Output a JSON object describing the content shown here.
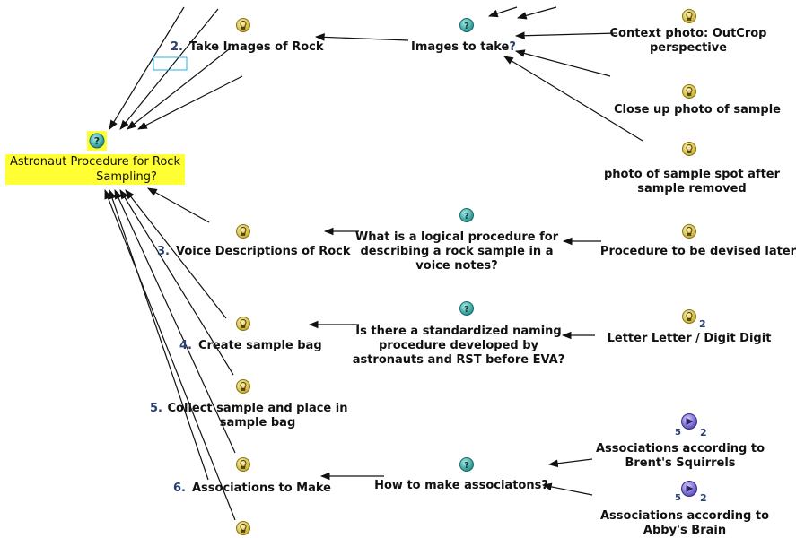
{
  "root": {
    "line1": "Astronaut Procedure for Rock",
    "line2": "Sampling?"
  },
  "steps": [
    {
      "num": "2.",
      "label": "Take Images of Rock"
    },
    {
      "num": "3.",
      "label": "Voice Descriptions of Rock"
    },
    {
      "num": "4.",
      "label": "Create sample bag"
    },
    {
      "num": "5.",
      "label1": "Collect sample and place in",
      "label2": "sample bag"
    },
    {
      "num": "6.",
      "label": "Associations to Make"
    }
  ],
  "questions": {
    "images": {
      "text": "Images to take",
      "suffix": "?"
    },
    "voice": {
      "line1": "What is a logical procedure for",
      "line2": "describing a rock sample in a",
      "line3": "voice notes?"
    },
    "naming": {
      "line1": "Is there a standardized naming",
      "line2": "procedure developed by",
      "line3": "astronauts and RST before EVA?"
    },
    "assoc": {
      "text": "How to make associatons?"
    }
  },
  "ideas": {
    "context": {
      "line1": "Context photo: OutCrop",
      "line2": "perspective"
    },
    "closeup": {
      "text": "Close up photo of sample"
    },
    "spot": {
      "line1": "photo of sample spot after",
      "line2": "sample removed"
    },
    "devised": {
      "text": "Procedure to be devised later"
    },
    "letters": {
      "text": "Letter Letter / Digit Digit",
      "badge": "2"
    }
  },
  "maps": {
    "brent": {
      "line1": "Associations according to",
      "line2": "Brent's Squirrels",
      "badge_left": "5",
      "badge_right": "2"
    },
    "abby": {
      "line1": "Associations according to",
      "line2": "Abby's Brain",
      "badge_left": "5",
      "badge_right": "2"
    }
  },
  "colors": {
    "idea_icon": "#d9c64a",
    "question_icon": "#2fa7a3",
    "map_icon": "#6b5fc8",
    "highlight": "#ffff33",
    "number": "#2a4070",
    "selection_box": "#2ab0e0"
  }
}
